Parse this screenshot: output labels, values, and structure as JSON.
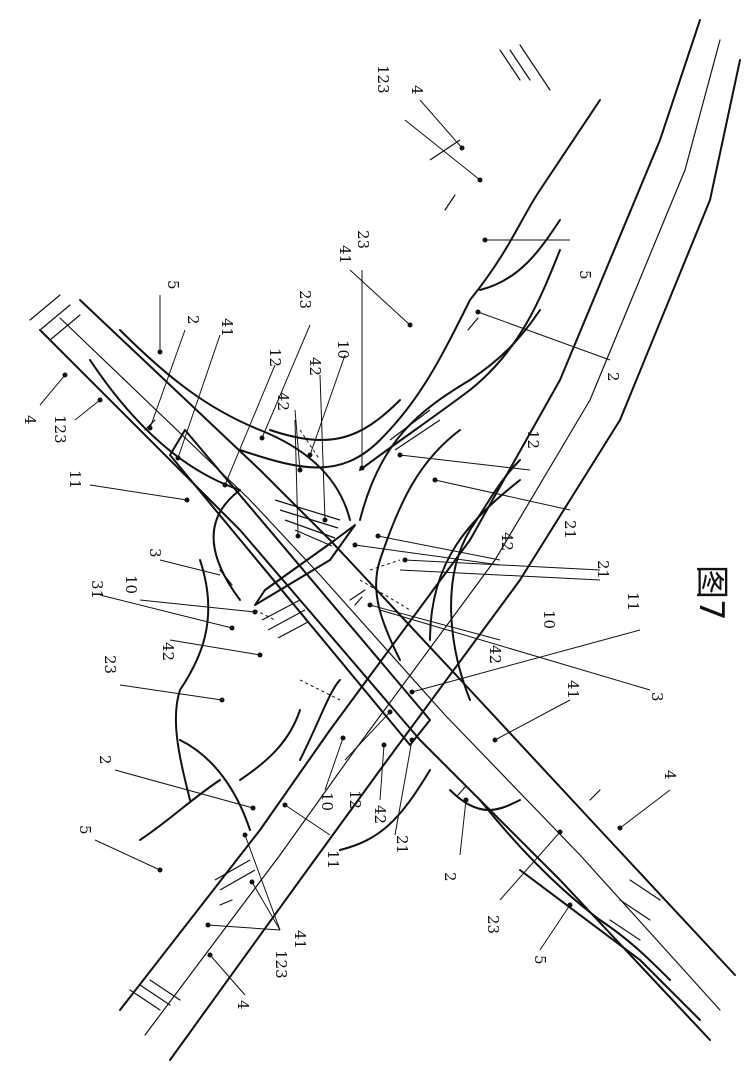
{
  "figure": {
    "caption": "图7",
    "labels": {
      "l4_top_right": "4",
      "l123_top_right": "123",
      "l41_top_right": "41",
      "l23_top_right": "23",
      "l5_top_right": "5",
      "l2_right": "2",
      "l12_right": "12",
      "l21_right_a": "21",
      "l21_right_b": "21",
      "l42_right_a": "42",
      "l10_right": "10",
      "l42_right_b": "42",
      "l3_right": "3",
      "l11_right": "11",
      "l41_right": "41",
      "l4_bottom_right": "4",
      "l5_bottom": "5",
      "l23_bottom": "23",
      "l2_bottom": "2",
      "l21_bottom": "21",
      "l42_bottom": "42",
      "l12_bottom": "12",
      "l10_bottom": "10",
      "l11_bottom": "11",
      "l41_bottom_left": "41",
      "l123_bottom_left": "123",
      "l4_bottom_left": "4",
      "l5_left": "5",
      "l2_left": "2",
      "l23_left": "23",
      "l42_left": "42",
      "l10_left": "10",
      "l31_left": "31",
      "l3_left": "3",
      "l11_left": "11",
      "l123_top_left": "123",
      "l4_top_left": "4",
      "l5_top": "5",
      "l2_top": "2",
      "l41_top": "41",
      "l12_top": "12",
      "l42_top_a": "42",
      "l23_top": "23",
      "l42_top_b": "42",
      "l10_top": "10"
    }
  }
}
